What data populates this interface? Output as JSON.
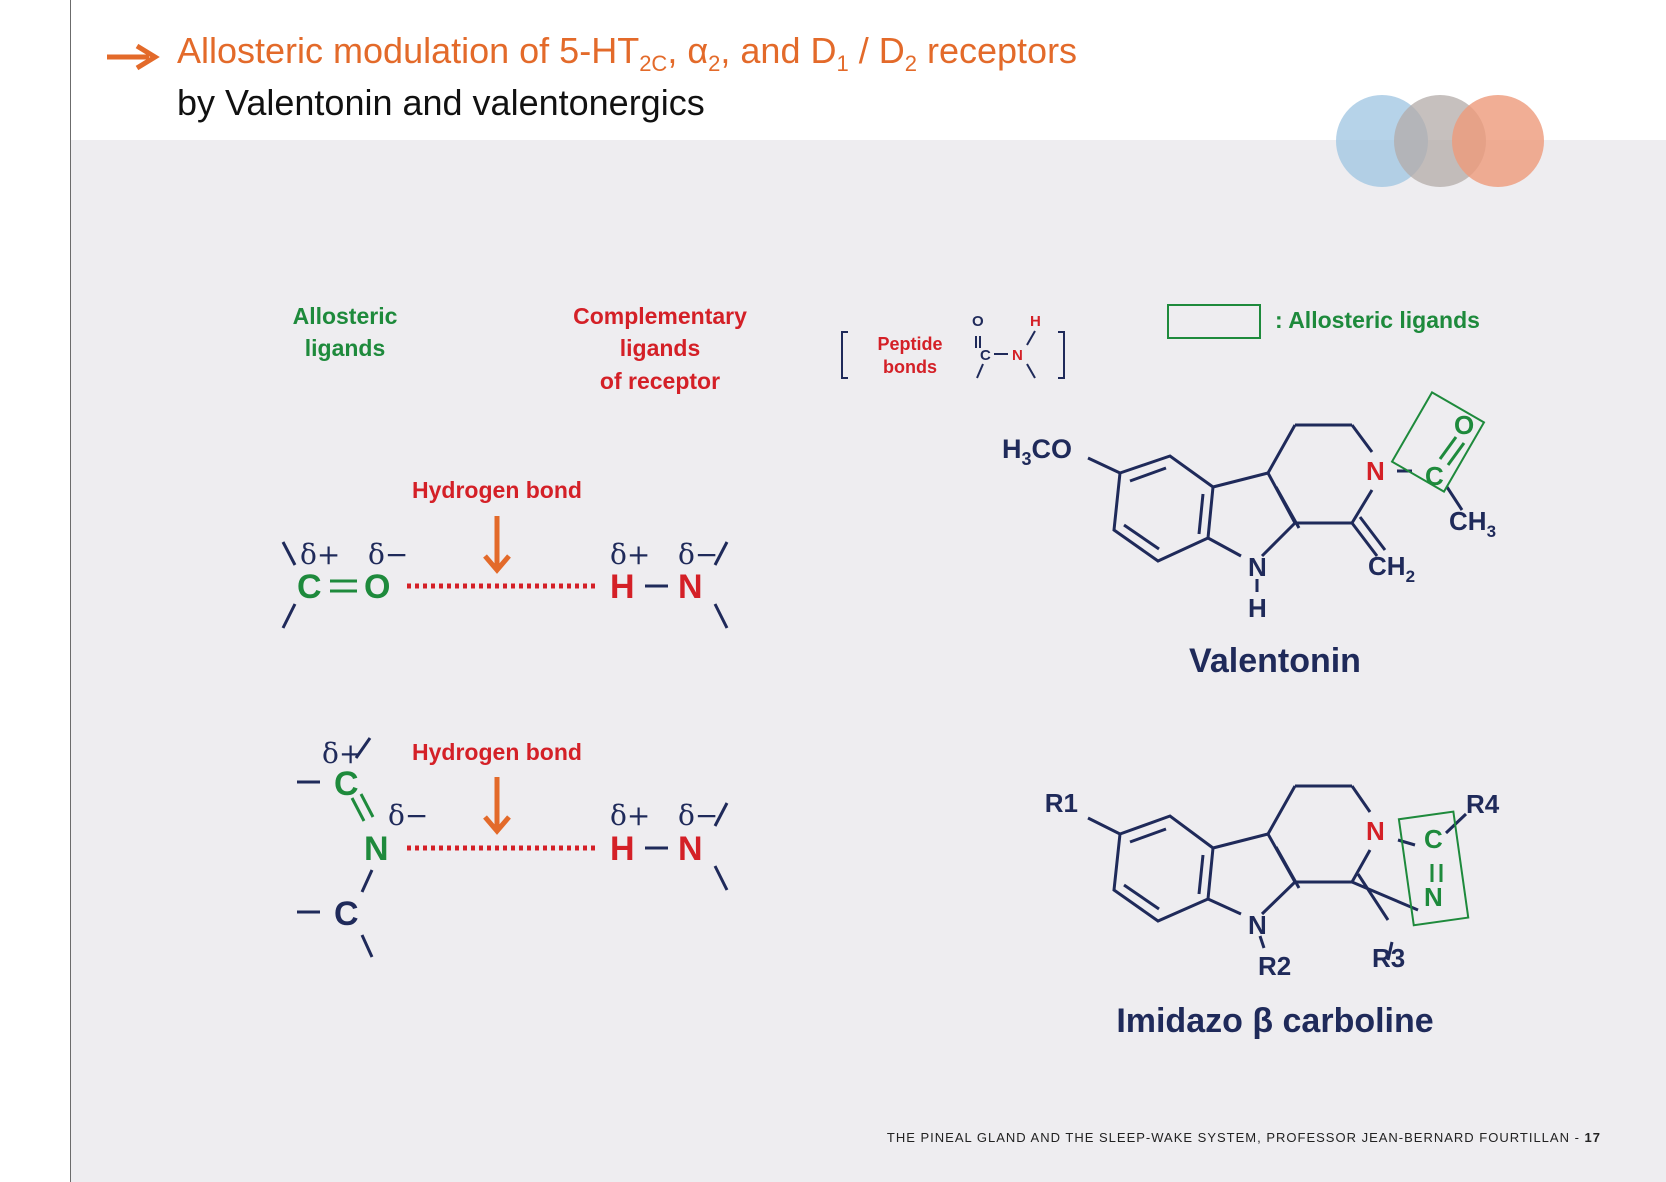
{
  "title": {
    "line1": {
      "prefix": "Allosteric modulation of 5-HT",
      "sub1": "2C",
      "mid1": ", α",
      "sub2": "2",
      "mid2": ", and D",
      "sub3": "1",
      "mid3": " / D",
      "sub4": "2",
      "suffix": " receptors"
    },
    "line2": "by Valentonin and valentonergics"
  },
  "legend": {
    "allosteric_ligands": [
      "Allosteric",
      "ligands"
    ],
    "complementary_ligands": [
      "Complementary",
      "ligands",
      "of receptor"
    ],
    "peptide_bonds": [
      "Peptide",
      "bonds"
    ],
    "box_label": ": Allosteric ligands"
  },
  "hbond_label": "Hydrogen bond",
  "atoms": {
    "C": "C",
    "O": "O",
    "N": "N",
    "H": "H",
    "delta_plus": "δ+",
    "delta_minus": "δ−"
  },
  "valentonin": {
    "name": "Valentonin",
    "h3co": "H3CO",
    "ch3": "CH3",
    "ch2": "CH2"
  },
  "imidazo": {
    "name": "Imidazo β carboline",
    "r1": "R1",
    "r2": "R2",
    "r3": "R3",
    "r4": "R4"
  },
  "footer": {
    "text": "THE PINEAL GLAND AND THE SLEEP-WAKE SYSTEM, PROFESSOR JEAN-BERNARD FOURTILLAN -",
    "page": "17"
  },
  "colors": {
    "orange": "#e36a2a",
    "green": "#1e8a3c",
    "red": "#d42027",
    "navy": "#1f2a5a",
    "background": "#eeedf0"
  }
}
